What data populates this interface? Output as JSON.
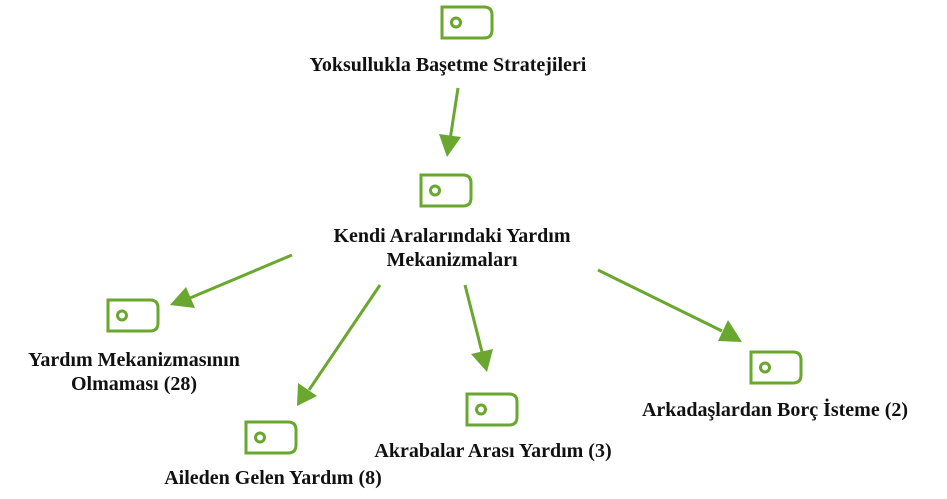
{
  "colors": {
    "accent": "#6aa72e",
    "text": "#111111"
  },
  "nodes": {
    "root": {
      "label": "Yoksullukla Başetme Stratejileri",
      "icon": "tag-icon"
    },
    "mid": {
      "label_line1": "Kendi Aralarındaki Yardım",
      "label_line2": "Mekanizmaları",
      "icon": "tag-icon"
    },
    "leaf_yardim": {
      "label_line1": "Yardım Mekanizmasının",
      "label_line2": "Olmaması (28)",
      "icon": "tag-icon"
    },
    "leaf_aile": {
      "label": "Aileden Gelen Yardım (8)",
      "icon": "tag-icon"
    },
    "leaf_akraba": {
      "label": "Akrabalar Arası Yardım (3)",
      "icon": "tag-icon"
    },
    "leaf_arkadas": {
      "label": "Arkadaşlardan Borç İsteme (2)",
      "icon": "tag-icon"
    }
  }
}
